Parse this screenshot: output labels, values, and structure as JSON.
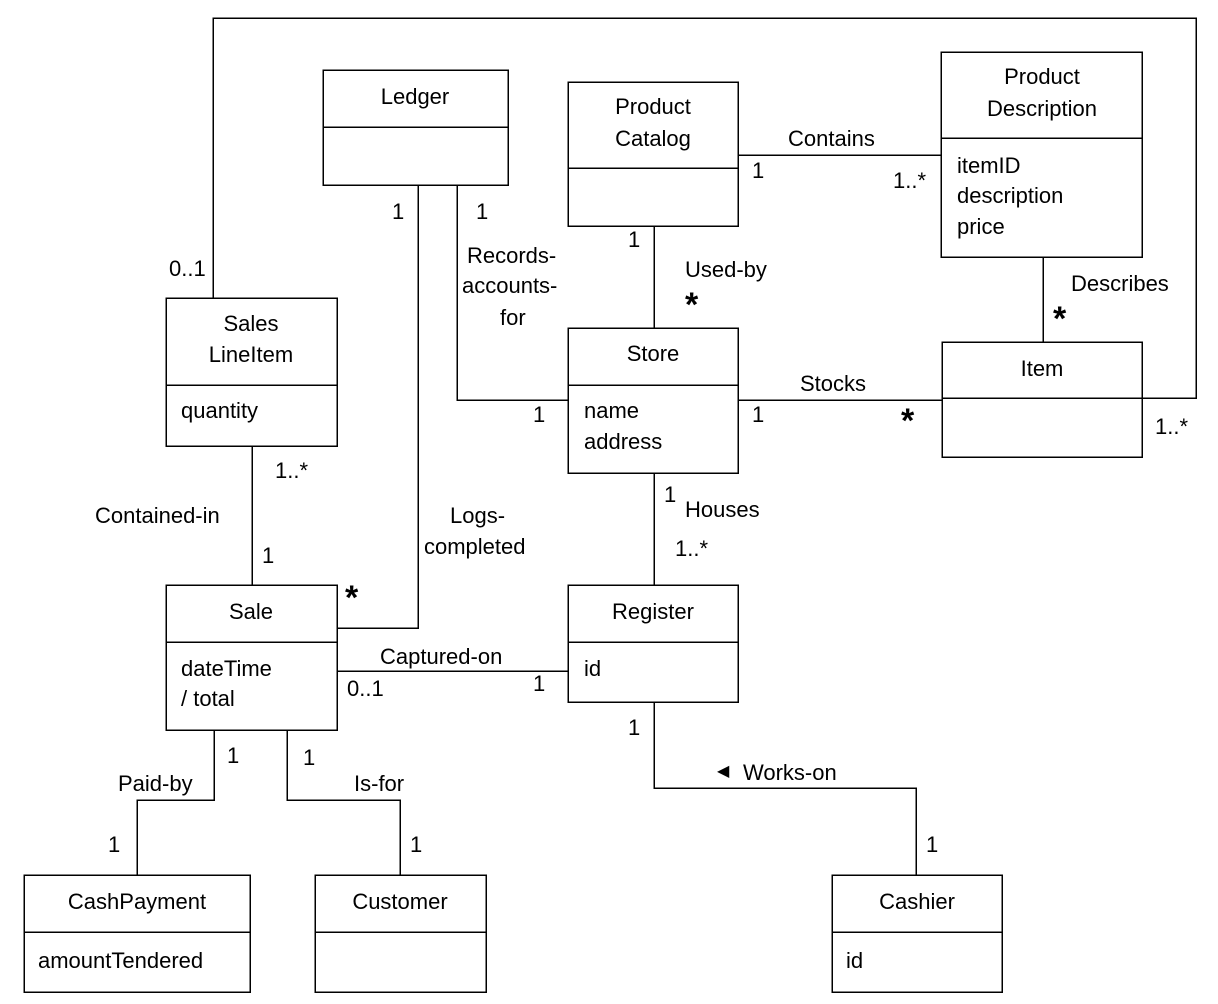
{
  "classes": {
    "ledger": {
      "name": [
        "Ledger"
      ],
      "attributes": []
    },
    "product_catalog": {
      "name": [
        "Product",
        "Catalog"
      ],
      "attributes": []
    },
    "product_description": {
      "name": [
        "Product",
        "Description"
      ],
      "attributes": [
        "itemID",
        "description",
        "price"
      ]
    },
    "sales_line_item": {
      "name": [
        "Sales",
        "LineItem"
      ],
      "attributes": [
        "quantity"
      ]
    },
    "store": {
      "name": [
        "Store"
      ],
      "attributes": [
        "name",
        "address"
      ]
    },
    "item": {
      "name": [
        "Item"
      ],
      "attributes": []
    },
    "sale": {
      "name": [
        "Sale"
      ],
      "attributes": [
        "dateTime",
        "/ total"
      ]
    },
    "register": {
      "name": [
        "Register"
      ],
      "attributes": [
        "id"
      ]
    },
    "cash_payment": {
      "name": [
        "CashPayment"
      ],
      "attributes": [
        "amountTendered"
      ]
    },
    "customer": {
      "name": [
        "Customer"
      ],
      "attributes": []
    },
    "cashier": {
      "name": [
        "Cashier"
      ],
      "attributes": [
        "id"
      ]
    }
  },
  "associations": {
    "contains": {
      "name": "Contains",
      "mult_a": "1",
      "mult_b": "1..*"
    },
    "records_accounts_for": {
      "name": [
        "Records-",
        "accounts-",
        "for"
      ],
      "mult_a": "1",
      "mult_b": "1"
    },
    "logs_completed": {
      "name": [
        "Logs-",
        "completed"
      ],
      "mult_a": "1",
      "mult_b": "*"
    },
    "used_by": {
      "name": "Used-by",
      "mult_a": "1",
      "mult_b": "*"
    },
    "describes": {
      "name": "Describes",
      "mult_b": "*"
    },
    "stocks": {
      "name": "Stocks",
      "mult_a": "1",
      "mult_b": "*"
    },
    "sales_lineitem_item": {
      "mult_a": "0..1",
      "mult_b": "1..*"
    },
    "contained_in": {
      "name": "Contained-in",
      "mult_a": "1..*",
      "mult_b": "1"
    },
    "houses": {
      "name": "Houses",
      "mult_a": "1",
      "mult_b": "1..*"
    },
    "captured_on": {
      "name": "Captured-on",
      "mult_a": "0..1",
      "mult_b": "1"
    },
    "paid_by": {
      "name": "Paid-by",
      "mult_a": "1",
      "mult_b": "1"
    },
    "is_for": {
      "name": "Is-for",
      "mult_a": "1",
      "mult_b": "1"
    },
    "works_on": {
      "name": "Works-on",
      "direction_marker": "◀",
      "mult_a": "1",
      "mult_b": "1"
    }
  }
}
